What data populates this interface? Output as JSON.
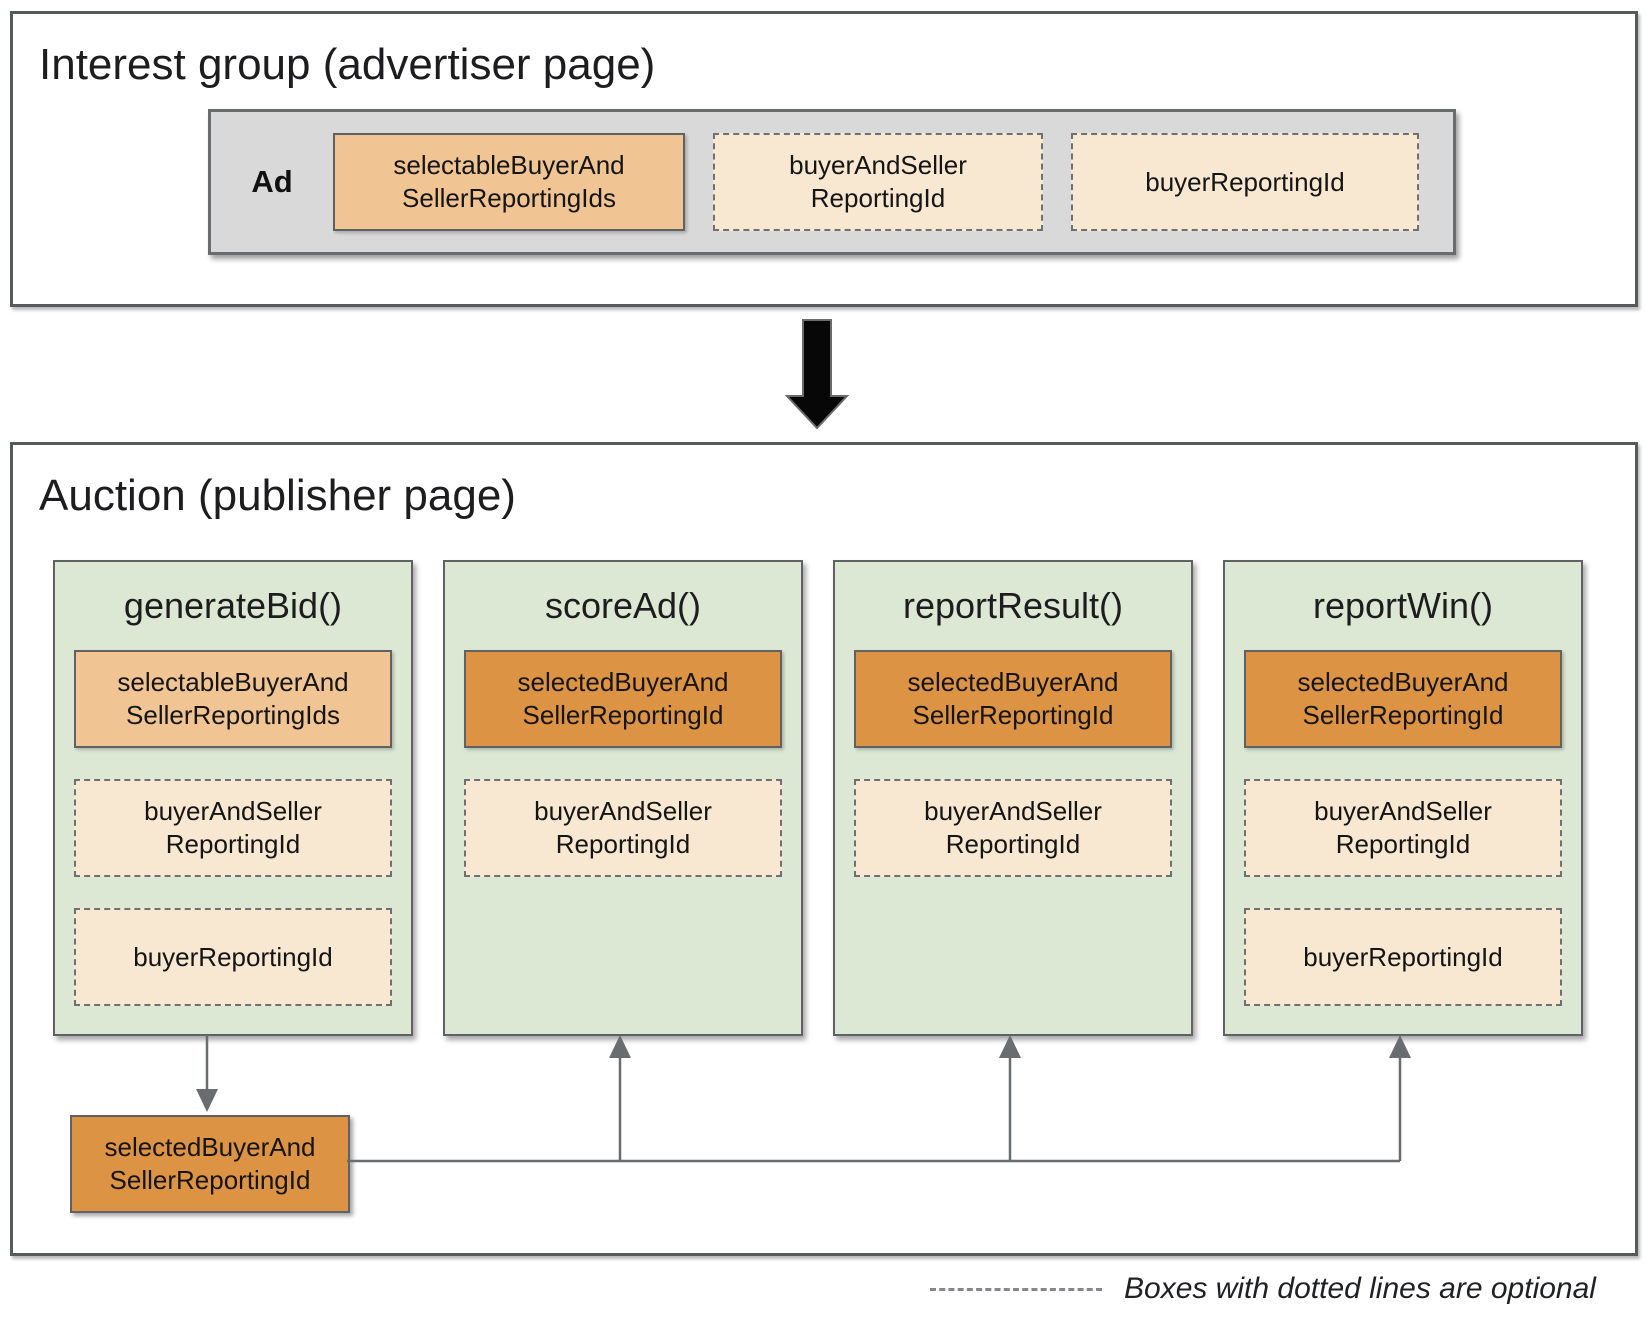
{
  "interest_group": {
    "title": "Interest group (advertiser page)",
    "ad_label": "Ad",
    "fields": [
      {
        "label": "selectableBuyerAnd\nSellerReportingIds",
        "optional": false
      },
      {
        "label": "buyerAndSeller\nReportingId",
        "optional": true
      },
      {
        "label": "buyerReportingId",
        "optional": true
      }
    ]
  },
  "flow_arrow": {
    "direction": "down"
  },
  "auction": {
    "title": "Auction (publisher page)",
    "functions": [
      {
        "name": "generateBid()",
        "fields": [
          {
            "label": "selectableBuyerAnd\nSellerReportingIds",
            "optional": false
          },
          {
            "label": "buyerAndSeller\nReportingId",
            "optional": true
          },
          {
            "label": "buyerReportingId",
            "optional": true
          }
        ]
      },
      {
        "name": "scoreAd()",
        "fields": [
          {
            "label": "selectedBuyerAnd\nSellerReportingId",
            "optional": false
          },
          {
            "label": "buyerAndSeller\nReportingId",
            "optional": true
          }
        ]
      },
      {
        "name": "reportResult()",
        "fields": [
          {
            "label": "selectedBuyerAnd\nSellerReportingId",
            "optional": false
          },
          {
            "label": "buyerAndSeller\nReportingId",
            "optional": true
          }
        ]
      },
      {
        "name": "reportWin()",
        "fields": [
          {
            "label": "selectedBuyerAnd\nSellerReportingId",
            "optional": false
          },
          {
            "label": "buyerAndSeller\nReportingId",
            "optional": true
          },
          {
            "label": "buyerReportingId",
            "optional": true
          }
        ]
      }
    ],
    "output_box": {
      "label": "selectedBuyerAnd\nSellerReportingId"
    }
  },
  "legend": {
    "label": "Boxes with dotted lines are optional"
  },
  "colors": {
    "required_field": "#f1c493",
    "optional_field": "#f8e8d2",
    "selected_field": "#dd9344",
    "function_block": "#dce8d4",
    "ad_container": "#d9d9d9",
    "border": "#5f6164",
    "connector": "#6a6d6f"
  }
}
